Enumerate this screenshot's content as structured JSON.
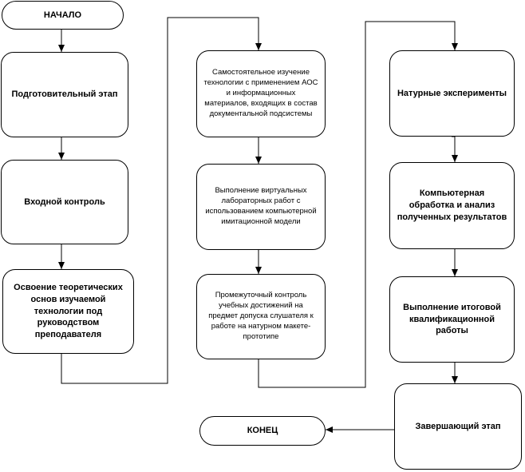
{
  "flowchart": {
    "start": "НАЧАЛО",
    "end": "КОНЕЦ",
    "col1": {
      "step1": "Подготовительный этап",
      "step2": "Входной контроль",
      "step3": "Освоение теоретических основ изучаемой технологии под руководством преподавателя"
    },
    "col2": {
      "step1": "Самостоятельное изучение технологии с применением АОС и информационных материалов, входящих в состав документальной подсистемы",
      "step2": "Выполнение виртуальных лабораторных работ с использованием компьютерной имитационной модели",
      "step3": "Промежуточный контроль учебных достижений на предмет допуска слушателя к работе на натурном макете-прототипе"
    },
    "col3": {
      "step1": "Натурные эксперименты",
      "step2": "Компьютерная обработка и анализ полученных результатов",
      "step3": "Выполнение итоговой квалификационной работы",
      "step4": "Завершающий этап"
    }
  }
}
